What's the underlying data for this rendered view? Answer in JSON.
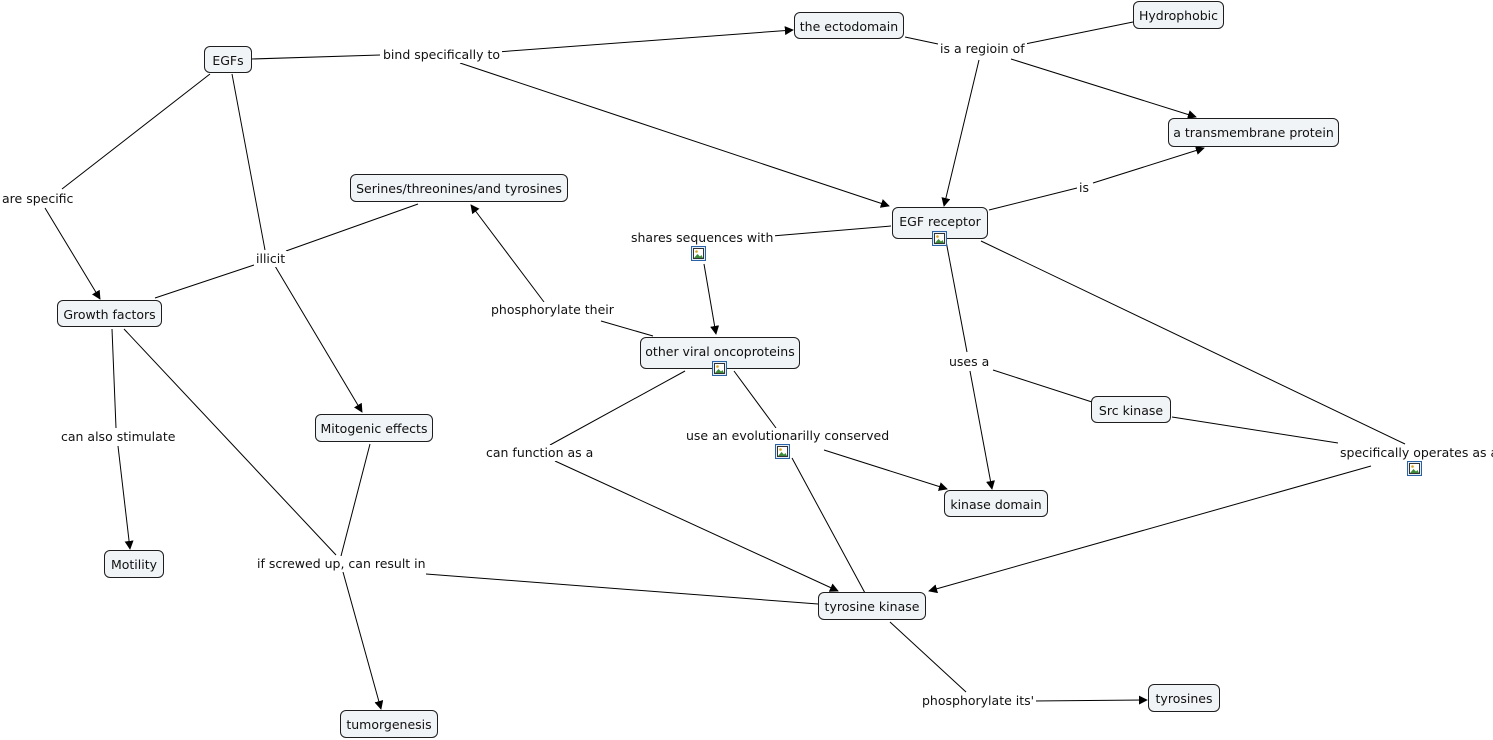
{
  "nodes": {
    "egfs": "EGFs",
    "ectodomain": "the ectodomain",
    "hydrophobic": "Hydrophobic",
    "transmembrane": "a transmembrane protein",
    "serines": "Serines/threonines/and tyrosines",
    "egf_receptor": "EGF receptor",
    "growth_factors": "Growth factors",
    "other_viral": "other viral oncoproteins",
    "src_kinase": "Src kinase",
    "mitogenic": "Mitogenic effects",
    "kinase_domain": "kinase domain",
    "motility": "Motility",
    "tyrosine_kinase": "tyrosine kinase",
    "tyrosines": "tyrosines",
    "tumorgenesis": "tumorgenesis"
  },
  "links": {
    "bind_specifically": "bind specifically to",
    "is_a_region_of": "is a regioin of",
    "is": "is",
    "are_specific": "are specific",
    "illicit": "illicit",
    "shares_sequences": "shares sequences with",
    "phosphorylate_their": "phosphorylate their",
    "uses_a": "uses a",
    "can_also_stimulate": "can also stimulate",
    "can_function_as": "can function as a",
    "use_conserved": "use an evolutionarilly conserved",
    "specifically_operates": "specifically operates as a",
    "if_screwed_up": "if screwed up, can result in",
    "phosphorylate_its": "phosphorylate its'"
  },
  "icons": [
    "image-icon",
    "image-icon",
    "image-icon",
    "image-icon",
    "image-icon"
  ],
  "colors": {
    "node_fill": "#f0f4f6",
    "node_border": "#1e1e1e",
    "line": "#000000",
    "icon_border": "#2a62a8"
  }
}
